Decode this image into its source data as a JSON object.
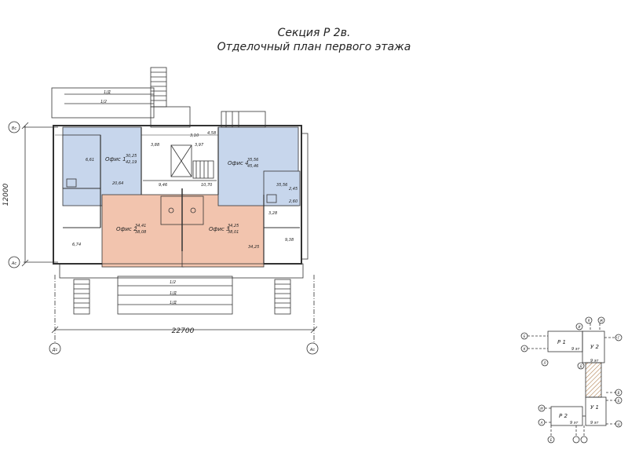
{
  "header": {
    "title_line1": "Секция Р 2в.",
    "title_line2": "Отделочный план первого этажа"
  },
  "axes": {
    "top_left": "Вс",
    "bottom_left": "Ас",
    "bottom_right": "Ас",
    "bottom_mid_left": "Дс",
    "vertical_dimension": "12000",
    "horizontal_dimension": "22700"
  },
  "rooms": {
    "office1": {
      "name": "Офис 1",
      "area_top": "30,25",
      "area_bottom": "42,19"
    },
    "office2": {
      "name": "Офис 2",
      "area_top": "34,41",
      "area_bottom": "38,08"
    },
    "office3": {
      "name": "Офис 3",
      "area_top": "34,25",
      "area_bottom": "38,01"
    },
    "office4": {
      "name": "Офис 4",
      "area_top": "35,56",
      "area_bottom": "45,46"
    }
  },
  "room_areas": {
    "a1": "6,61",
    "a2": "20,64",
    "a3": "9,46",
    "a4": "10,70",
    "a5": "35,56",
    "a6": "3,88",
    "a7": "3,97",
    "a8": "3,10",
    "a9": "4,58",
    "a10": "6,74",
    "a11": "34,25",
    "a12": "9,38",
    "a13": "3,28",
    "a14": "2,60",
    "a15": "2,45"
  },
  "stair_dims": {
    "d1": "1/Д",
    "d2": "1/2",
    "d3": "1/2",
    "d4": "1/Д",
    "d5": "1/Д"
  },
  "key_plan": {
    "blocks": [
      "Р 1",
      "У 2",
      "У 1",
      "Р 2"
    ],
    "floors": [
      "9 эт",
      "9 эт",
      "9 эт",
      "9 эт"
    ],
    "axis_labels": [
      "Е",
      "К",
      "Л",
      "Д",
      "Г",
      "В",
      "Б",
      "А",
      "Я",
      "Ж",
      "И",
      "М",
      "Е",
      "Ц"
    ]
  },
  "colors": {
    "blue_fill": "#c7d6ec",
    "salmon_fill": "#f2c4ae",
    "hatch": "#b08050",
    "line": "#333333"
  }
}
